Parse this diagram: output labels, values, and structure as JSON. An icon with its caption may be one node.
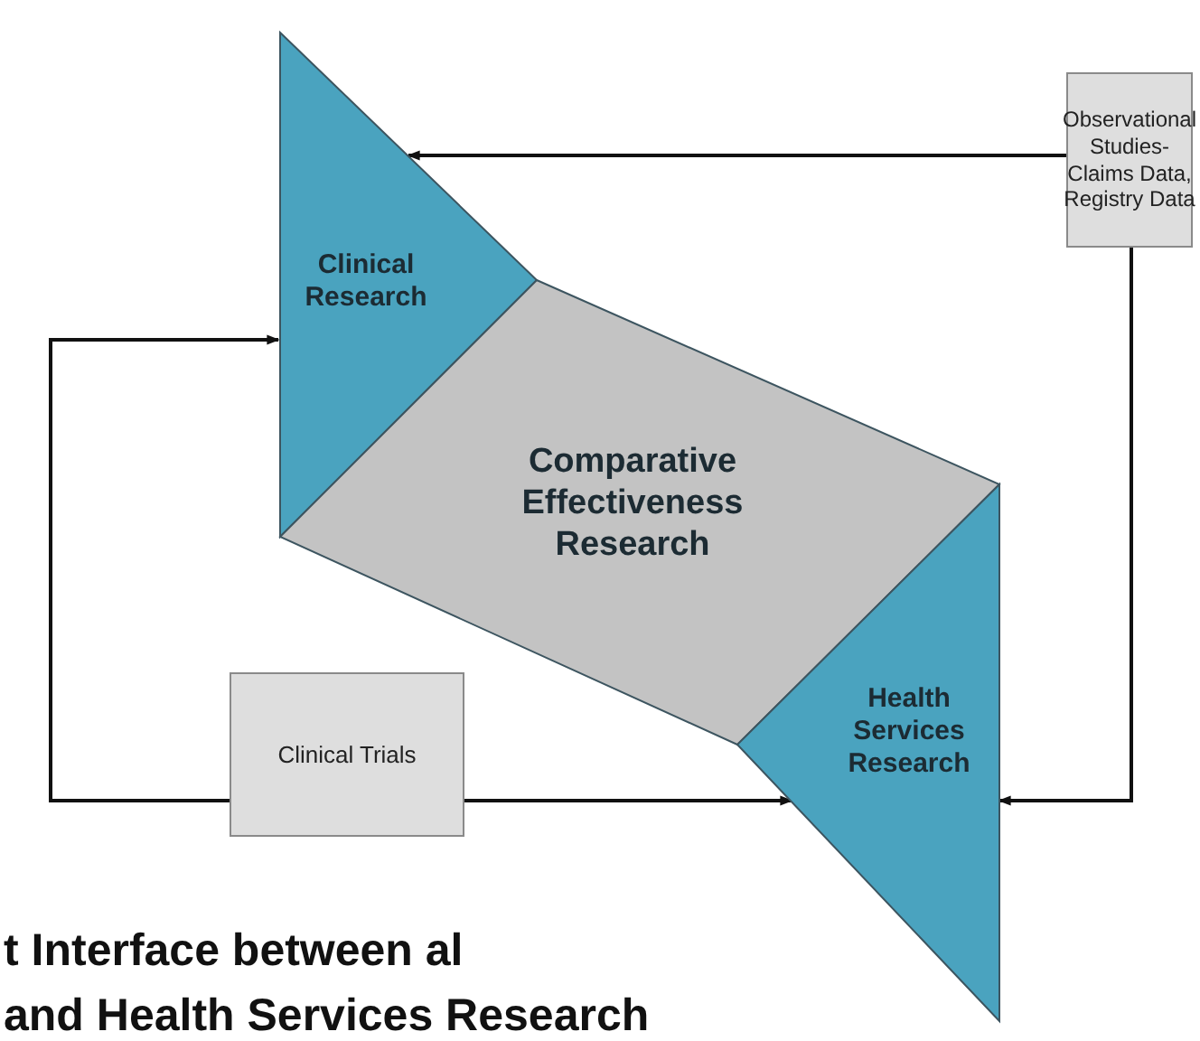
{
  "diagram": {
    "title": "t Interface between al and Health Services Research",
    "nodes": [
      {
        "text": [
          "Clinical Research"
        ]
      },
      {
        "text": [
          "Comparative Effectiveness Research"
        ]
      },
      {
        "text": [
          "Health Services Research"
        ]
      },
      {
        "text": [
          "Observational Studies- Claims Data, Registry Data"
        ]
      },
      {
        "text": [
          "Clinical Trials"
        ]
      }
    ],
    "edges": [
      {
        "from": 3,
        "to": 0,
        "arrow": "to"
      },
      {
        "from": 3,
        "to": 2,
        "arrow": "to"
      },
      {
        "from": 4,
        "to": 0,
        "arrow": "to"
      },
      {
        "from": 4,
        "to": 2,
        "arrow": "to"
      }
    ]
  }
}
